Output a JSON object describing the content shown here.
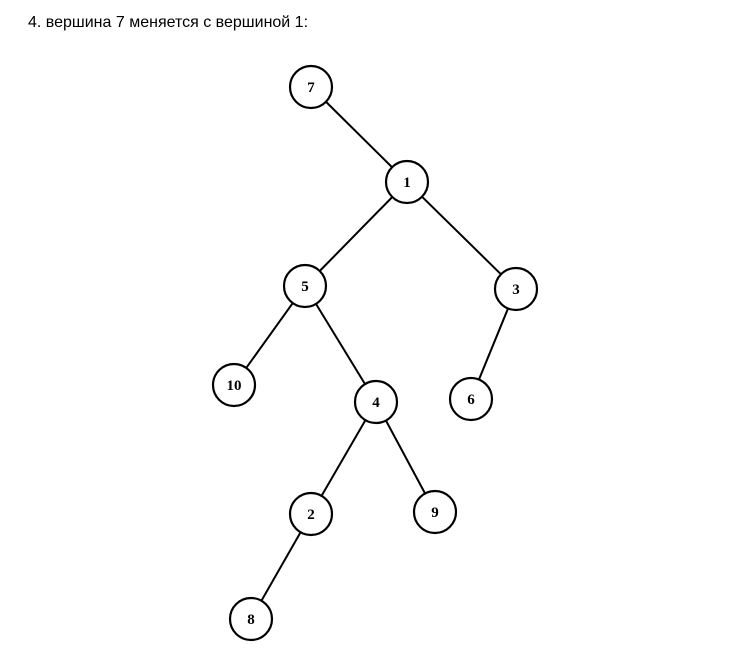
{
  "caption": "4. вершина 7 меняется с вершиной 1:",
  "tree": {
    "nodes": [
      {
        "id": "n7",
        "label": "7"
      },
      {
        "id": "n1",
        "label": "1"
      },
      {
        "id": "n5",
        "label": "5"
      },
      {
        "id": "n3",
        "label": "3"
      },
      {
        "id": "n10",
        "label": "10"
      },
      {
        "id": "n4",
        "label": "4"
      },
      {
        "id": "n6",
        "label": "6"
      },
      {
        "id": "n2",
        "label": "2"
      },
      {
        "id": "n9",
        "label": "9"
      },
      {
        "id": "n8",
        "label": "8"
      }
    ],
    "edges": [
      [
        "n7",
        "n1"
      ],
      [
        "n1",
        "n5"
      ],
      [
        "n1",
        "n3"
      ],
      [
        "n5",
        "n10"
      ],
      [
        "n5",
        "n4"
      ],
      [
        "n3",
        "n6"
      ],
      [
        "n4",
        "n2"
      ],
      [
        "n4",
        "n9"
      ],
      [
        "n2",
        "n8"
      ]
    ]
  }
}
